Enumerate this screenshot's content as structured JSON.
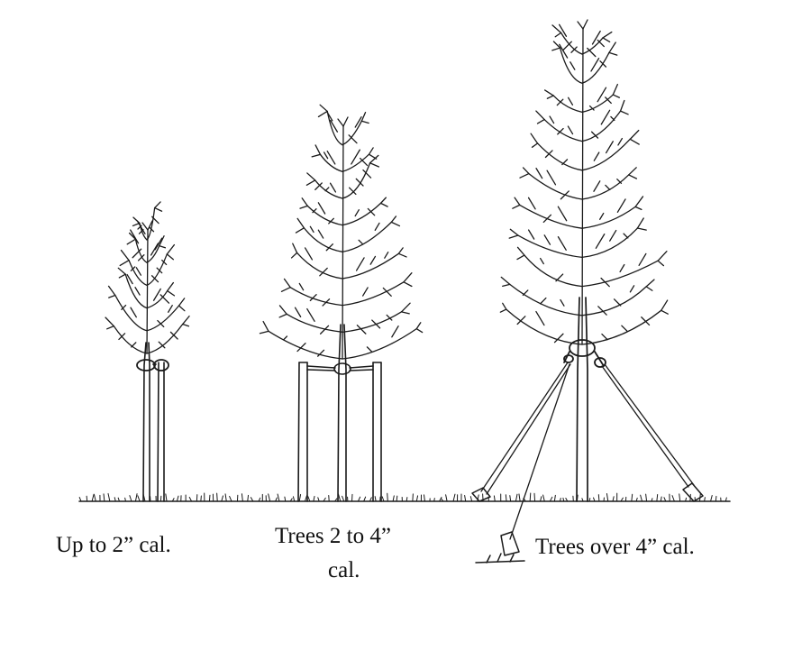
{
  "figure": {
    "panels": [
      {
        "id": "small",
        "caption": "Up to 2” cal.",
        "method": "single stake"
      },
      {
        "id": "medium",
        "caption_line1": "Trees 2 to 4”",
        "caption_line2": "cal.",
        "method": "two stakes"
      },
      {
        "id": "large",
        "caption": "Trees over 4” cal.",
        "method": "guy wires"
      }
    ]
  },
  "colors": {
    "ink": "#1a1a1a",
    "background": "#ffffff"
  }
}
